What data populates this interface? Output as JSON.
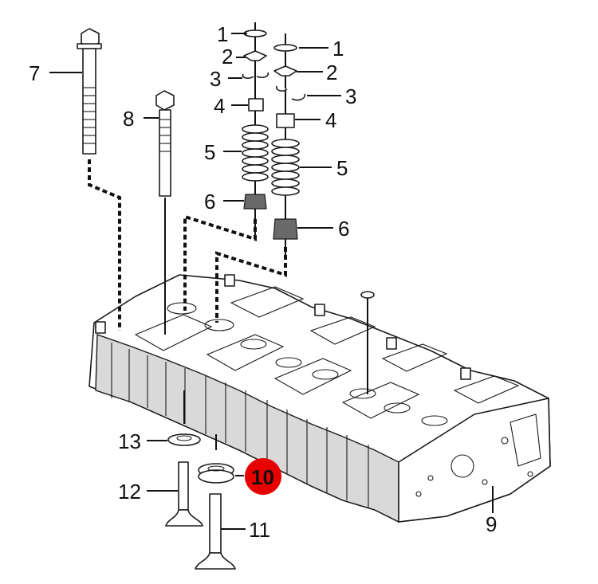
{
  "diagram": {
    "highlight_color": "#e60000",
    "labels": [
      {
        "id": "1a",
        "text": "1"
      },
      {
        "id": "1b",
        "text": "1"
      },
      {
        "id": "2a",
        "text": "2"
      },
      {
        "id": "2b",
        "text": "2"
      },
      {
        "id": "3a",
        "text": "3"
      },
      {
        "id": "3b",
        "text": "3"
      },
      {
        "id": "4a",
        "text": "4"
      },
      {
        "id": "4b",
        "text": "4"
      },
      {
        "id": "5a",
        "text": "5"
      },
      {
        "id": "5b",
        "text": "5"
      },
      {
        "id": "6a",
        "text": "6"
      },
      {
        "id": "6b",
        "text": "6"
      },
      {
        "id": "7",
        "text": "7"
      },
      {
        "id": "8",
        "text": "8"
      },
      {
        "id": "9",
        "text": "9"
      },
      {
        "id": "10",
        "text": "10",
        "highlighted": true
      },
      {
        "id": "11",
        "text": "11"
      },
      {
        "id": "12",
        "text": "12"
      },
      {
        "id": "13",
        "text": "13"
      }
    ]
  }
}
